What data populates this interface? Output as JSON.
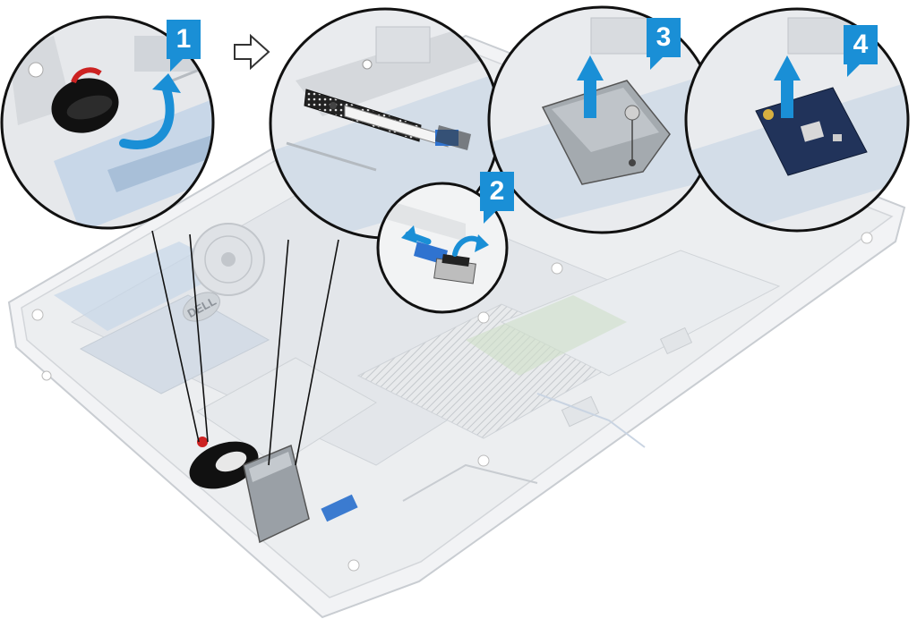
{
  "steps": [
    {
      "number": "1"
    },
    {
      "number": "2"
    },
    {
      "number": "3"
    },
    {
      "number": "4"
    }
  ],
  "labels": {
    "logo_text": "DELL"
  },
  "colors": {
    "accent_blue": "#1a8fd6",
    "laptop_outline": "#c9cdd2",
    "laptop_fill": "#eef0f2",
    "board_blue": "#c8d7e8",
    "callout_line": "#111111"
  },
  "icons": [
    "arrow-right-icon",
    "arrow-up-icon",
    "arrow-curved-icon",
    "battery-icon",
    "screw-icon"
  ]
}
